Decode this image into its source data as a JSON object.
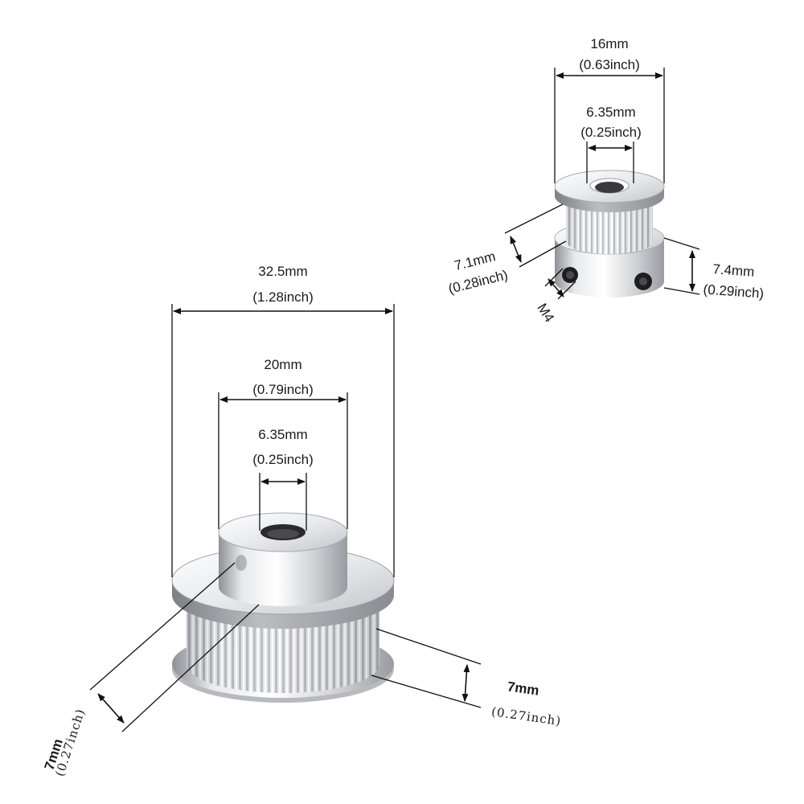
{
  "large_pulley": {
    "outer_diameter": {
      "mm": "32.5mm",
      "inch": "(1.28inch)"
    },
    "hub_diameter": {
      "mm": "20mm",
      "inch": "(0.79inch)"
    },
    "bore_diameter": {
      "mm": "6.35mm",
      "inch": "(0.25inch)"
    },
    "hub_height": {
      "mm": "7mm",
      "inch": "(0.27inch)"
    },
    "belt_width": {
      "mm": "7mm",
      "inch": "(0.27inch)"
    }
  },
  "small_pulley": {
    "outer_diameter": {
      "mm": "16mm",
      "inch": "(0.63inch)"
    },
    "bore_diameter": {
      "mm": "6.35mm",
      "inch": "(0.25inch)"
    },
    "tooth_height": {
      "mm": "7.1mm",
      "inch": "(0.28inch)"
    },
    "hub_height": {
      "mm": "7.4mm",
      "inch": "(0.29inch)"
    },
    "set_screw": "M4"
  },
  "colors": {
    "background": "#ffffff",
    "aluminum_light": "#f2f2f4",
    "aluminum_mid": "#c9cacd",
    "aluminum_dark": "#8f9095",
    "dimension_line": "#111111"
  }
}
